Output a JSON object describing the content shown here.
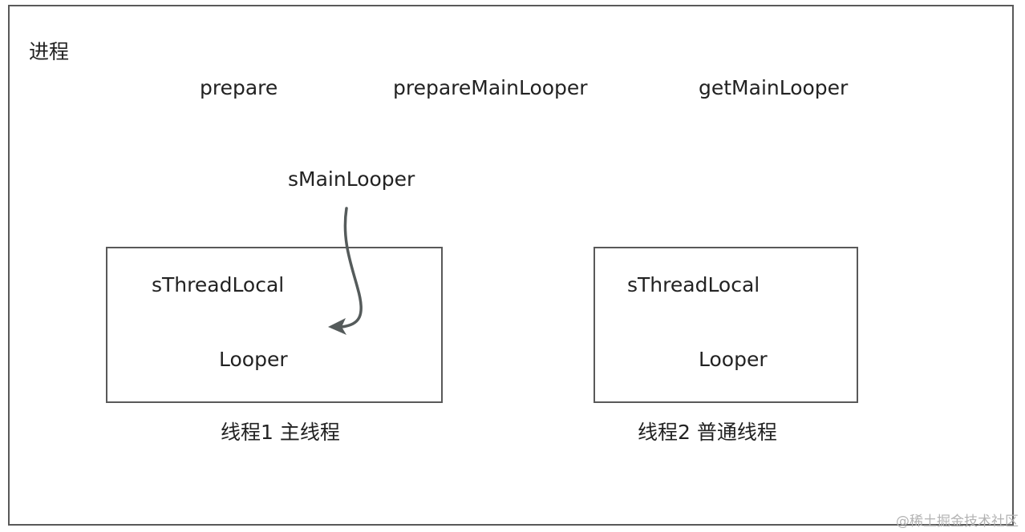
{
  "process": {
    "label": "进程",
    "methods": [
      "prepare",
      "prepareMainLooper",
      "getMainLooper"
    ],
    "static_field": "sMainLooper"
  },
  "threads": [
    {
      "thread_local": "sThreadLocal",
      "looper": "Looper",
      "caption": "线程1 主线程"
    },
    {
      "thread_local": "sThreadLocal",
      "looper": "Looper",
      "caption": "线程2 普通线程"
    }
  ],
  "colors": {
    "border": "#595959",
    "arrow": "#555b5b",
    "text": "#222222",
    "watermark": "#b3b3b3"
  },
  "watermark": "@稀土掘金技术社区"
}
